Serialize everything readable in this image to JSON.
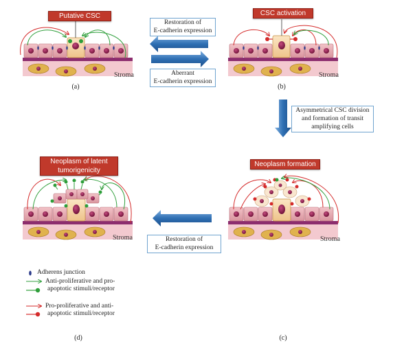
{
  "panels": {
    "a": {
      "label": "Putative CSC",
      "caption": "(a)",
      "stroma": "Stroma"
    },
    "b": {
      "label": "CSC activation",
      "caption": "(b)",
      "stroma": "Stroma"
    },
    "c": {
      "label": "Neoplasm formation",
      "caption": "(c)",
      "stroma": "Stroma"
    },
    "d": {
      "label_line1": "Neoplasm of latent",
      "label_line2": "tumorigenicity",
      "caption": "(d)",
      "stroma": "Stroma"
    }
  },
  "arrows": {
    "restoration_top": {
      "line1": "Restoration of",
      "line2": "E-cadherin expression"
    },
    "aberrant": {
      "line1": "Aberrant",
      "line2": "E-cadherin expression"
    },
    "asymmetric": {
      "line1": "Asymmetrical CSC division",
      "line2": "and formation of transit",
      "line3": "amplifying cells"
    },
    "restoration_bottom": {
      "line1": "Restoration of",
      "line2": "E-cadherin expression"
    }
  },
  "legend": {
    "adherens": "Adherens junction",
    "anti_line1": "Anti-proliferative and pro-",
    "anti_line2": "apoptotic stimuli/receptor",
    "pro_line1": "Pro-proliferative and anti-",
    "pro_line2": "apoptotic stimuli/receptor"
  },
  "colors": {
    "cell": "#e8a9b0",
    "nucleus": "#8b1e4f",
    "stromal_cell": "#e0b24e",
    "csc": "#f6d8a6",
    "anti_signal": "#2e9e3a",
    "pro_signal": "#d42a2a",
    "arrow_blue": "#2f6fb3",
    "basement": "#8c2d6e"
  }
}
